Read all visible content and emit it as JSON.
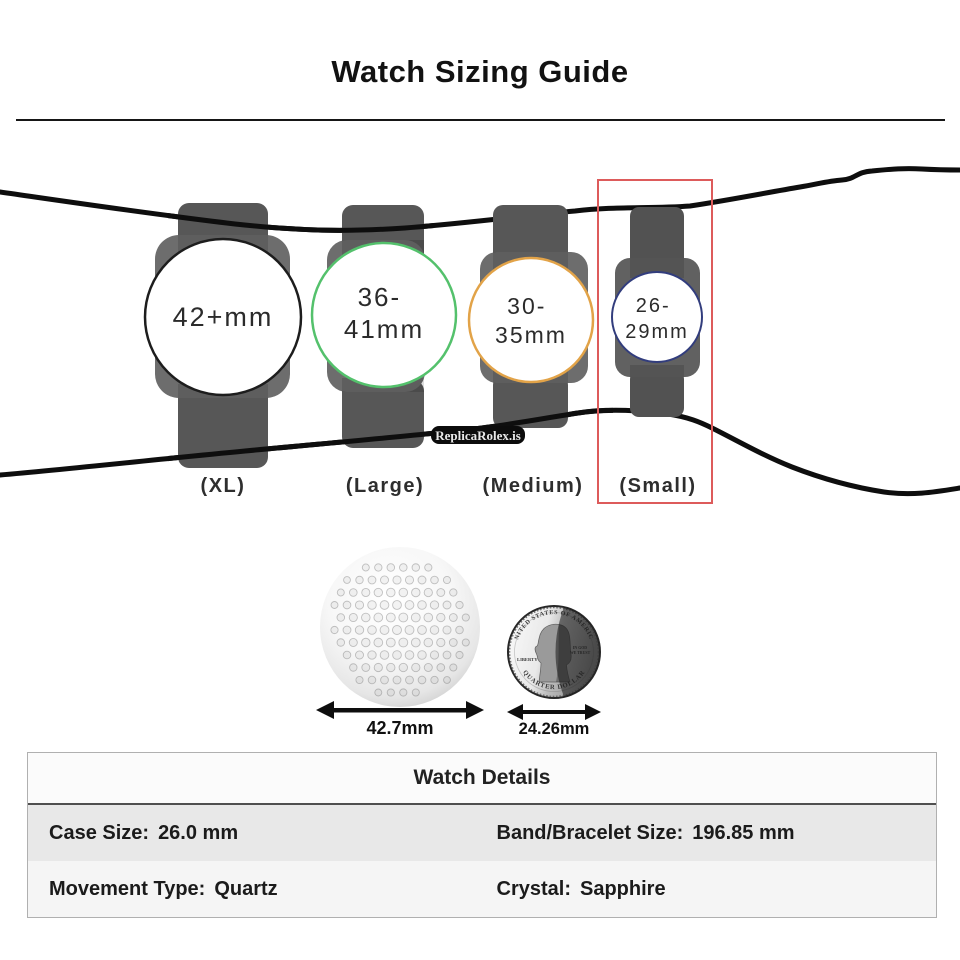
{
  "title": "Watch Sizing Guide",
  "watermark": "ReplicaRolex.is",
  "sizing": {
    "watches": [
      {
        "size_line1": "42+mm",
        "size_line2": "",
        "label": "(XL)"
      },
      {
        "size_line1": "36-",
        "size_line2": "41mm",
        "label": "(Large)"
      },
      {
        "size_line1": "30-",
        "size_line2": "35mm",
        "label": "(Medium)"
      },
      {
        "size_line1": "26-",
        "size_line2": "29mm",
        "label": "(Small)"
      }
    ]
  },
  "colors": {
    "ring_xl": "#1d1d1d",
    "ring_large": "#54c16c",
    "ring_medium": "#e2a348",
    "ring_small": "#323d7d",
    "highlight_box": "#dd5b5b"
  },
  "comparison": {
    "golf_ball_label": "42.7mm",
    "coin_label": "24.26mm",
    "coin_text_top": "UNITED STATES OF AMERICA",
    "coin_text_bottom": "QUARTER DOLLAR",
    "coin_text_left": "LIBERTY",
    "coin_text_right_1": "IN GOD",
    "coin_text_right_2": "WE TRUST"
  },
  "details": {
    "header": "Watch Details",
    "rows": [
      {
        "left_label": "Case Size:",
        "left_value": "26.0 mm",
        "right_label": "Band/Bracelet Size:",
        "right_value": "196.85 mm"
      },
      {
        "left_label": "Movement Type:",
        "left_value": "Quartz",
        "right_label": "Crystal:",
        "right_value": "Sapphire"
      }
    ]
  }
}
